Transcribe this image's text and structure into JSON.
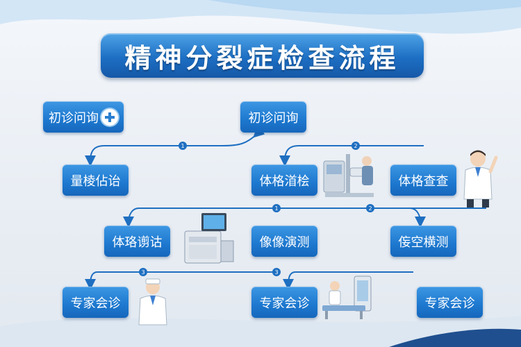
{
  "title": "精神分裂症检查流程",
  "nodes": {
    "n1": "初诊问询",
    "n2": "初诊问询",
    "n3": "量棱佔诒",
    "n4": "体格渞桧",
    "n5": "体格查查",
    "n6": "体珞谫诂",
    "n7": "像像演测",
    "n8": "侫空横测",
    "n9": "专家会诊",
    "n10": "专家会诊",
    "n11": "专家会诊"
  },
  "step_markers": [
    "1",
    "2",
    "1",
    "2",
    "3",
    "3"
  ],
  "colors": {
    "box": "#1d78cf",
    "line": "#1f6fc1",
    "title": "#1d6fc4"
  }
}
